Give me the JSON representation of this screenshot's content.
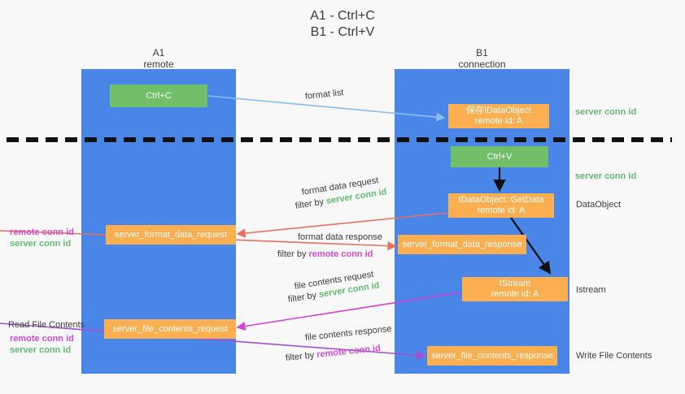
{
  "title": {
    "line1": "A1 - Ctrl+C",
    "line2": "B1 - Ctrl+V"
  },
  "lanes": [
    {
      "id": "a1",
      "name": "A1",
      "sub": "remote"
    },
    {
      "id": "b1",
      "name": "B1",
      "sub": "connection"
    }
  ],
  "nodes": {
    "ctrl_c": {
      "line1": "Ctrl+C",
      "line2": ""
    },
    "save_idataobject": {
      "line1": "保存IDataObject",
      "line2": "remote id: A"
    },
    "ctrl_v": {
      "line1": "Ctrl+V",
      "line2": ""
    },
    "getdata": {
      "line1": "IDataObject::GetData",
      "line2": "remote id: A"
    },
    "format_data_request": {
      "line1": "server_format_data_request",
      "line2": ""
    },
    "format_data_response": {
      "line1": "server_format_data_response",
      "line2": ""
    },
    "istream": {
      "line1": "IStream",
      "line2": "remote id: A"
    },
    "file_contents_request": {
      "line1": "server_file_contents_request",
      "line2": ""
    },
    "file_contents_response": {
      "line1": "server_file_contents_response",
      "line2": ""
    }
  },
  "edges": {
    "format_list": {
      "text": "format list"
    },
    "format_data_request": {
      "text": "format data request"
    },
    "format_data_request_filter": {
      "prefix": "filter by ",
      "value": "server conn id"
    },
    "format_data_response": {
      "text": "format data response"
    },
    "format_data_response_filter": {
      "prefix": "filter by ",
      "value": "remote conn id"
    },
    "file_contents_request": {
      "text": "file contents request"
    },
    "file_contents_request_filter": {
      "prefix": "filter by ",
      "value": "server conn id"
    },
    "file_contents_response": {
      "text": "file contents response"
    },
    "file_contents_response_filter": {
      "prefix": "filter by ",
      "value": "remote conn id"
    }
  },
  "right_labels": {
    "server_conn_id_top": "server conn id",
    "server_conn_id_mid": "server conn id",
    "dataobject": "DataObject",
    "istream": "Istream",
    "write_file_contents": "Write File Contents"
  },
  "left_labels": {
    "remote_conn_id_1": "remote conn id",
    "server_conn_id_1": "server conn id",
    "read_file_contents": "Read File Contents",
    "remote_conn_id_2": "remote conn id",
    "server_conn_id_2": "server conn id"
  },
  "colors": {
    "lane": "#4a86e8",
    "green_node": "#72bf6a",
    "orange_node": "#fbaf50",
    "green_text": "#62bb6e",
    "purple_text": "#cc4ccc",
    "arrow_blue": "#87bff0",
    "arrow_red": "#e8705f",
    "arrow_magenta": "#d63fd6",
    "arrow_purple": "#a64dd6",
    "arrow_black": "#111111",
    "divider": "#111111"
  }
}
